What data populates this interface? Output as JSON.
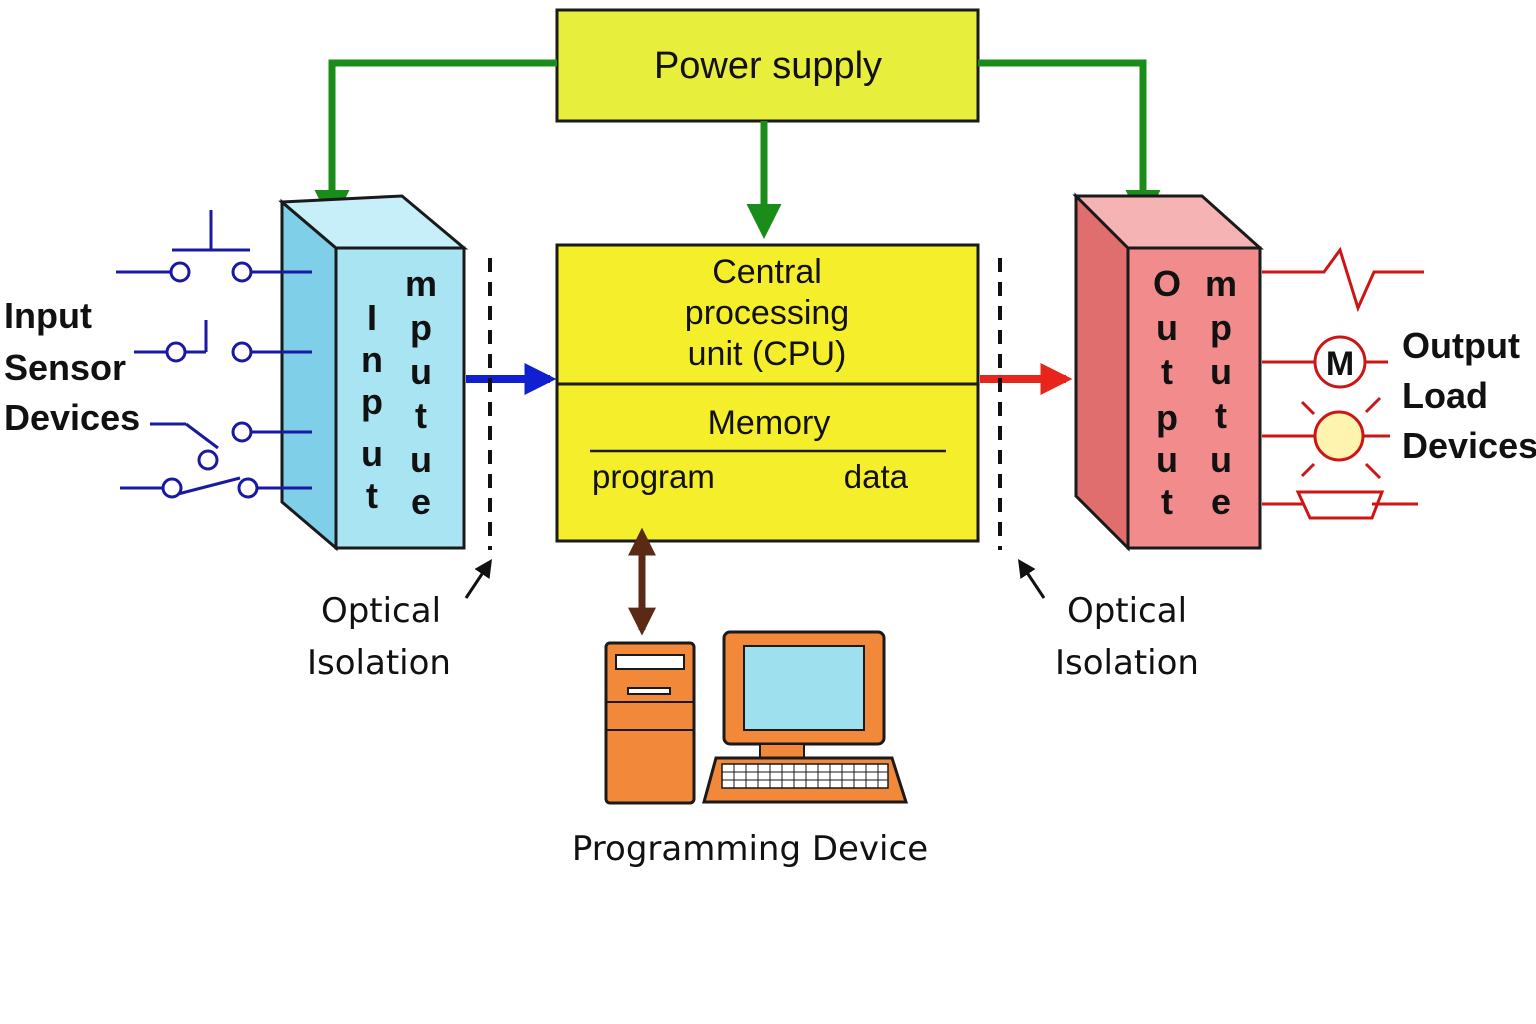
{
  "power_supply": {
    "label": "Power supply"
  },
  "cpu": {
    "title_lines": [
      "Central",
      "processing",
      "unit (CPU)"
    ],
    "memory_label": "Memory",
    "program_label": "program",
    "data_label": "data"
  },
  "input_module": {
    "main_letters": [
      "I",
      "n",
      "p",
      "u",
      "t"
    ],
    "side_letters": [
      "m",
      "p",
      "u",
      "t",
      "u",
      "e"
    ]
  },
  "output_module": {
    "main_letters": [
      "O",
      "u",
      "t",
      "p",
      "u",
      "t"
    ],
    "side_letters": [
      "m",
      "p",
      "u",
      "t",
      "u",
      "e"
    ]
  },
  "input_sensors": {
    "lines": [
      "Input",
      "Sensor",
      "Devices"
    ]
  },
  "output_loads": {
    "lines": [
      "Output",
      "Load",
      "Devices"
    ],
    "motor_symbol": "M"
  },
  "optical_isolation_left": {
    "lines": [
      "Optical",
      "Isolation"
    ]
  },
  "optical_isolation_right": {
    "lines": [
      "Optical",
      "Isolation"
    ]
  },
  "programming_device": {
    "label": "Programming Device"
  },
  "colors": {
    "power_fill": "#e8ee3c",
    "cpu_fill": "#f5ee2a",
    "input_front": "#a8e4f2",
    "input_side": "#7fcfe8",
    "output_front": "#f28c8c",
    "output_side": "#e06e6e",
    "power_line": "#1a8c1a",
    "input_arrow": "#1020d0",
    "output_arrow": "#e8251a",
    "sensor_line": "#1a1aa0",
    "load_line": "#cc1515",
    "prog_arrow": "#5a2a14",
    "computer_orange": "#f2893a",
    "screen": "#9fe0ef"
  }
}
